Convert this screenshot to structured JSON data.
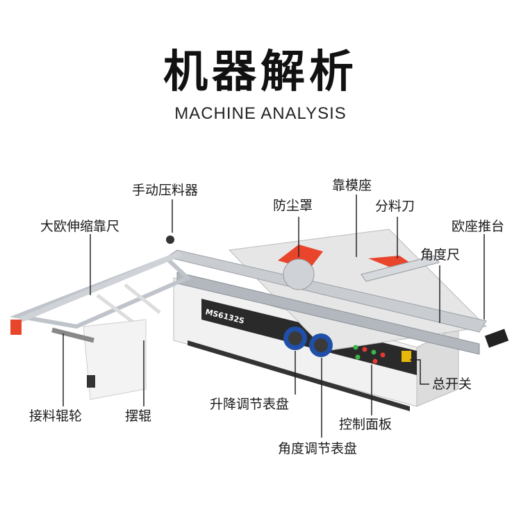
{
  "header": {
    "title": "机器解析",
    "subtitle": "MACHINE ANALYSIS"
  },
  "machine": {
    "model_plate": "MS6132S"
  },
  "callouts": {
    "manual_press": "手动压料器",
    "extension_fence": "大欧伸缩靠尺",
    "dust_cover": "防尘罩",
    "fence_seat": "靠模座",
    "riving_knife": "分料刀",
    "sliding_table": "欧座推台",
    "angle_ruler": "角度尺",
    "main_switch": "总开关",
    "feed_roller": "接料辊轮",
    "swing_roller": "摆辊",
    "lift_dial": "升降调节表盘",
    "control_panel": "控制面板",
    "angle_dial": "角度调节表盘"
  },
  "colors": {
    "accent_red": "#e8452c",
    "dial_blue": "#1f4fa8",
    "body_white": "#f4f4f4",
    "table_grey": "#c9ccd1",
    "dark_panel": "#2a2a2a"
  }
}
